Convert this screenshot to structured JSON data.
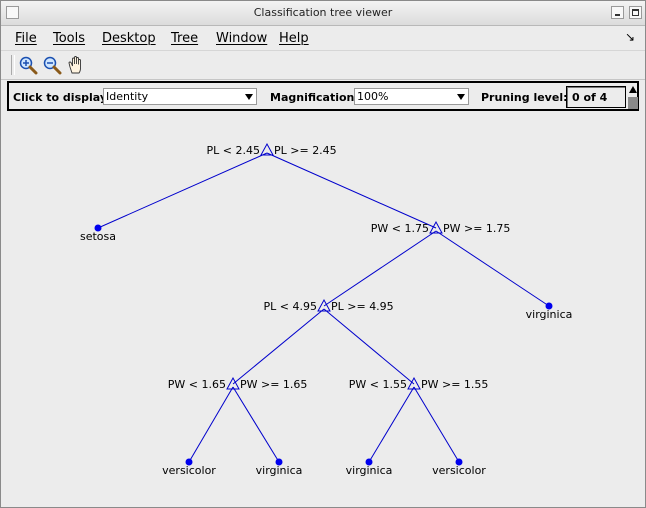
{
  "window": {
    "title": "Classification tree viewer"
  },
  "menu": {
    "items": [
      {
        "id": "file",
        "label": "File"
      },
      {
        "id": "tools",
        "label": "Tools"
      },
      {
        "id": "desktop",
        "label": "Desktop"
      },
      {
        "id": "tree",
        "label": "Tree"
      },
      {
        "id": "window",
        "label": "Window"
      },
      {
        "id": "help",
        "label": "Help"
      }
    ],
    "dock_icon": "dock-arrow-icon"
  },
  "toolbar": {
    "buttons": [
      {
        "name": "zoom-in",
        "icon": "zoom-in-icon"
      },
      {
        "name": "zoom-out",
        "icon": "zoom-out-icon"
      },
      {
        "name": "pan",
        "icon": "pan-hand-icon"
      }
    ]
  },
  "controls": {
    "display_label": "Click to display:",
    "display_value": "Identity",
    "magnification_label": "Magnification:",
    "magnification_value": "100%",
    "pruning_label": "Pruning level:",
    "pruning_value": "0 of 4"
  },
  "tree": {
    "splits": [
      {
        "left": "PL < 2.45",
        "right": "PL >= 2.45"
      },
      {
        "left": "PW < 1.75",
        "right": "PW >= 1.75"
      },
      {
        "left": "PL < 4.95",
        "right": "PL >= 4.95"
      },
      {
        "left": "PW < 1.65",
        "right": "PW >= 1.65"
      },
      {
        "left": "PW < 1.55",
        "right": "PW >= 1.55"
      }
    ],
    "leaves": [
      "setosa",
      "virginica",
      "versicolor",
      "virginica",
      "virginica",
      "versicolor"
    ],
    "colors": {
      "branch": "#0000cc",
      "leaf": "#0000ee"
    }
  }
}
